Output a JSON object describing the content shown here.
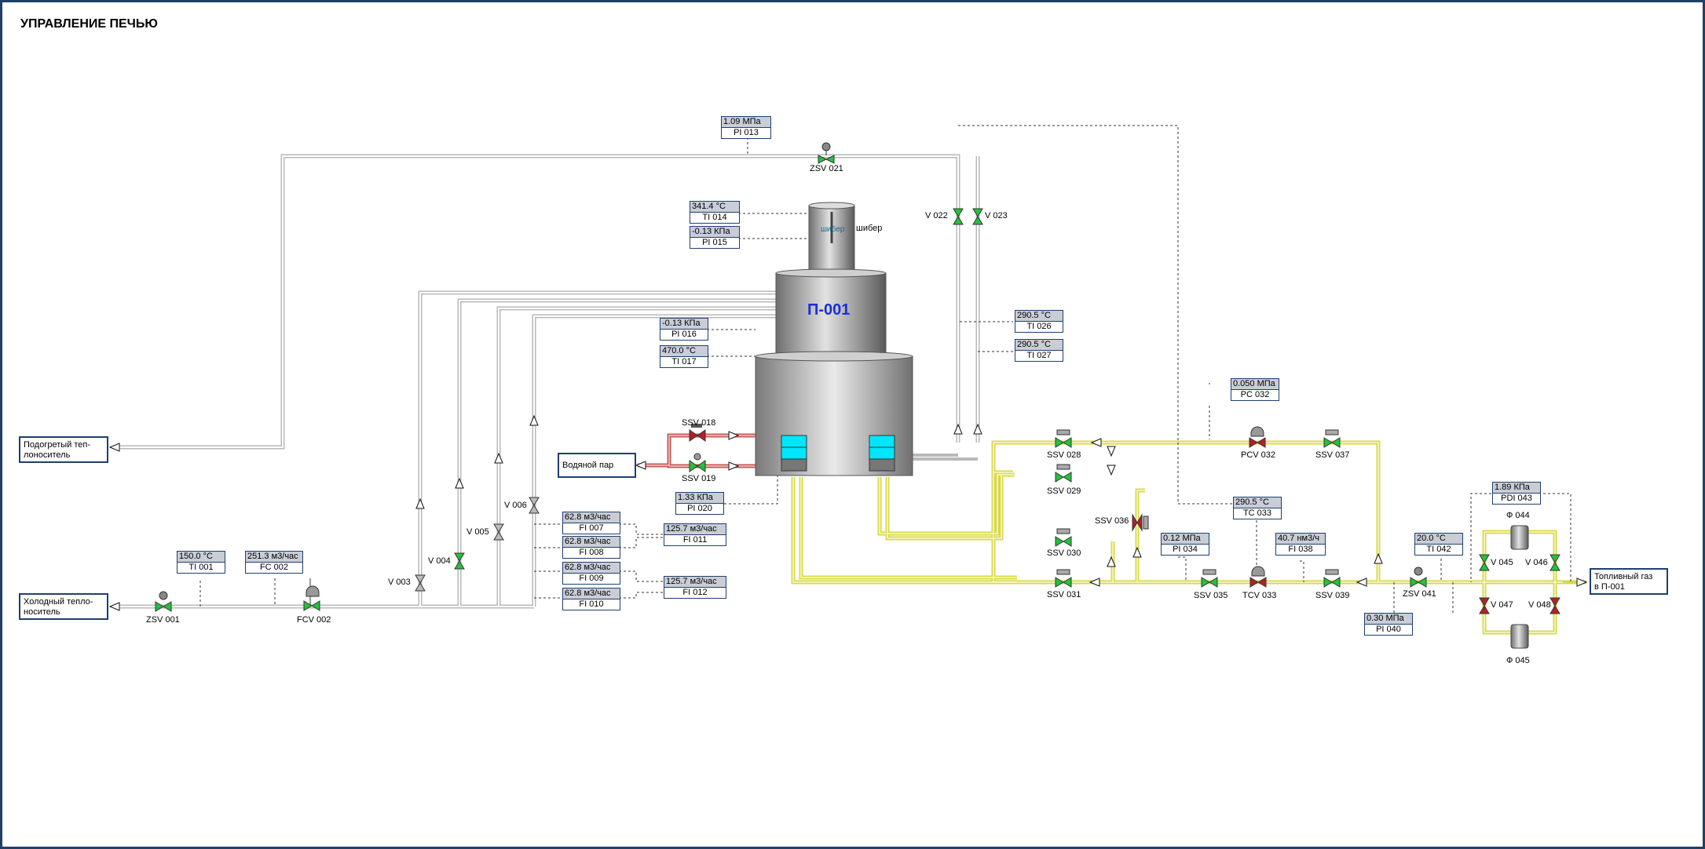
{
  "title": "УПРАВЛЕНИЕ ПЕЧЬЮ",
  "furnace": {
    "name": "П-001",
    "damper_label": "шибер",
    "damper_label_inner": "шибер"
  },
  "streams": {
    "heated_coolant": "Подогретый теп-\nлоноситель",
    "cold_coolant": "Холодный тепло-\nноситель",
    "steam": "Водяной пар",
    "fuel_gas": "Топливный газ\nв П-001"
  },
  "instruments": [
    {
      "id": "pi013",
      "value": "1.09 МПа",
      "tag": "PI 013"
    },
    {
      "id": "ti014",
      "value": "341.4 °C",
      "tag": "TI 014"
    },
    {
      "id": "pi015",
      "value": "-0.13 КПа",
      "tag": "PI 015"
    },
    {
      "id": "pi016",
      "value": "-0.13 КПа",
      "tag": "PI 016"
    },
    {
      "id": "ti017",
      "value": "470.0 °C",
      "tag": "TI 017"
    },
    {
      "id": "ti026",
      "value": "290.5 °C",
      "tag": "TI 026"
    },
    {
      "id": "ti027",
      "value": "290.5 °C",
      "tag": "TI 027"
    },
    {
      "id": "pi020",
      "value": "1.33 КПа",
      "tag": "PI 020"
    },
    {
      "id": "fi007",
      "value": "62.8 м3/час",
      "tag": "FI 007"
    },
    {
      "id": "fi008",
      "value": "62.8 м3/час",
      "tag": "FI 008"
    },
    {
      "id": "fi009",
      "value": "62.8 м3/час",
      "tag": "FI 009"
    },
    {
      "id": "fi010",
      "value": "62.8 м3/час",
      "tag": "FI 010"
    },
    {
      "id": "fi011",
      "value": "125.7 м3/час",
      "tag": "FI 011"
    },
    {
      "id": "fi012",
      "value": "125.7 м3/час",
      "tag": "FI 012"
    },
    {
      "id": "ti001",
      "value": "150.0 °C",
      "tag": "TI 001"
    },
    {
      "id": "fc002",
      "value": "251.3 м3/час",
      "tag": "FC 002"
    },
    {
      "id": "pc032",
      "value": "0.050 МПа",
      "tag": "PC 032"
    },
    {
      "id": "tc033",
      "value": "290.5 °C",
      "tag": "TC 033"
    },
    {
      "id": "pi034",
      "value": "0.12 МПа",
      "tag": "PI 034"
    },
    {
      "id": "fi038",
      "value": "40.7 нм3/ч",
      "tag": "FI 038"
    },
    {
      "id": "ti042",
      "value": "20.0 °C",
      "tag": "TI 042"
    },
    {
      "id": "pi040",
      "value": "0.30 МПа",
      "tag": "PI 040"
    },
    {
      "id": "pdi043",
      "value": "1.89 КПа",
      "tag": "PDI 043"
    }
  ],
  "valves": {
    "zsv021": "ZSV 021",
    "v022": "V 022",
    "v023": "V 023",
    "ssv018": "SSV 018",
    "ssv019": "SSV 019",
    "v003": "V 003",
    "v004": "V 004",
    "v005": "V 005",
    "v006": "V 006",
    "zsv001": "ZSV 001",
    "fcv002": "FCV 002",
    "ssv028": "SSV 028",
    "ssv029": "SSV 029",
    "ssv030": "SSV 030",
    "ssv031": "SSV 031",
    "ssv036": "SSV 036",
    "pcv032": "PCV 032",
    "ssv037": "SSV 037",
    "ssv035": "SSV 035",
    "tcv033": "TCV 033",
    "ssv039": "SSV 039",
    "zsv041": "ZSV 041",
    "v045": "V 045",
    "v046": "V 046",
    "v047": "V 047",
    "v048": "V 048"
  },
  "filters": {
    "f044": "Ф 044",
    "f045": "Ф 045"
  },
  "colors": {
    "frame": "#1f3f66",
    "gas_pipe": "#d8d84a",
    "steam_pipe": "#c65a5a",
    "coolant_pipe": "#b9b9b9",
    "window": "#00e6ff",
    "value_bg": "#c9cdd6",
    "valve_open": "#22c33a",
    "valve_closed": "#b3202a"
  }
}
